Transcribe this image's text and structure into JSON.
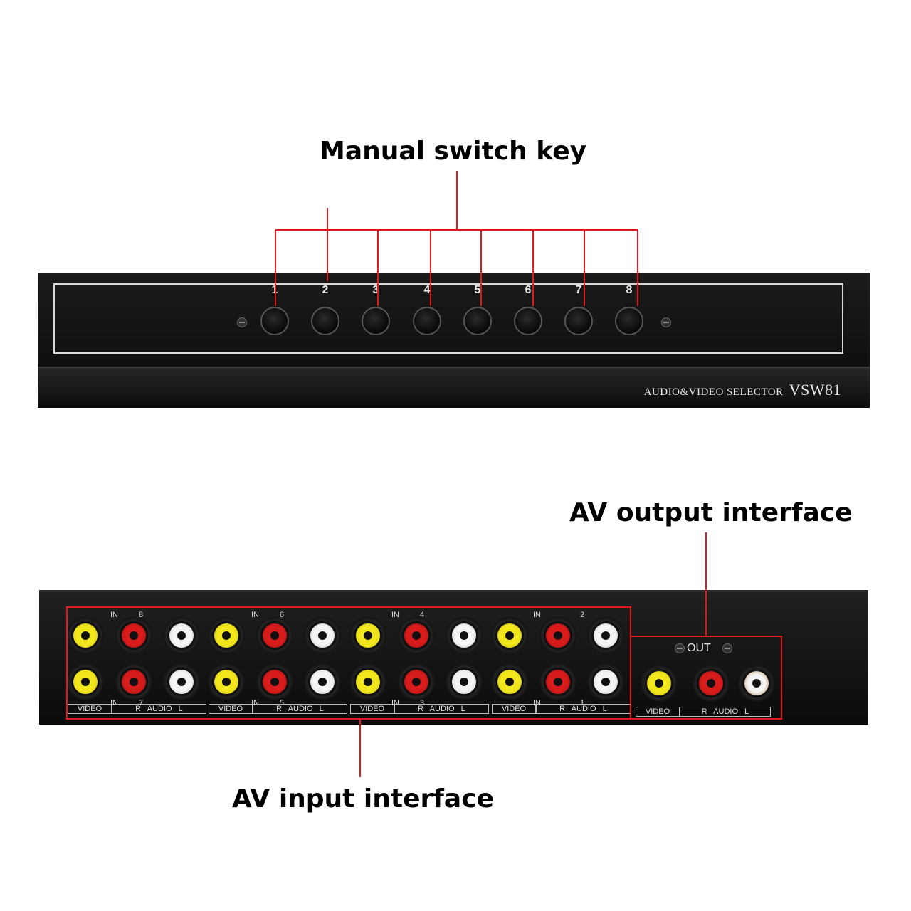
{
  "callouts": {
    "manual": "Manual switch key",
    "output": "AV output interface",
    "input": "AV input interface"
  },
  "front": {
    "model_text": "AUDIO&VIDEO SELECTOR",
    "model_code": "VSW81",
    "buttons": [
      "1",
      "2",
      "3",
      "4",
      "5",
      "6",
      "7",
      "8"
    ]
  },
  "rear": {
    "in_label": "IN",
    "groups": [
      {
        "top": "8",
        "bottom": "7"
      },
      {
        "top": "6",
        "bottom": "5"
      },
      {
        "top": "4",
        "bottom": "3"
      },
      {
        "top": "2",
        "bottom": "1"
      }
    ],
    "video_label": "VIDEO",
    "audio_label": "R   AUDIO   L",
    "out_label": "OUT"
  },
  "colors": {
    "callout_line": "#e0191b",
    "jack_video": "#f2e71d",
    "jack_audio_r": "#d81b1b",
    "jack_audio_l": "#f4f4f4"
  }
}
